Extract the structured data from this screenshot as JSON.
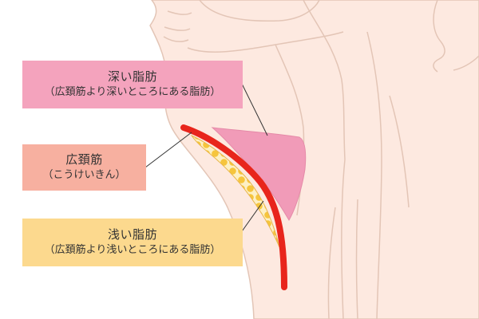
{
  "labels": {
    "deep_fat": {
      "title": "深い脂肪",
      "sub": "（広頚筋より深いところにある脂肪）",
      "color": "#f4a3bd"
    },
    "platysma": {
      "title": "広頚筋",
      "sub": "（こうけいきん）",
      "color": "#f7b0a0"
    },
    "shallow_fat": {
      "title": "浅い脂肪",
      "sub": "（広頚筋より浅いところにある脂肪）",
      "color": "#fcd98e"
    }
  },
  "colors": {
    "skin": "#fde9e0",
    "skin_outline": "#e3c5b6",
    "muscle": "#e8251c",
    "deep_fat": "#f19bb8",
    "shallow_fat": "#f6c53c",
    "shallow_fat_bg": "#fdf0c4",
    "leader_line": "#333333"
  }
}
